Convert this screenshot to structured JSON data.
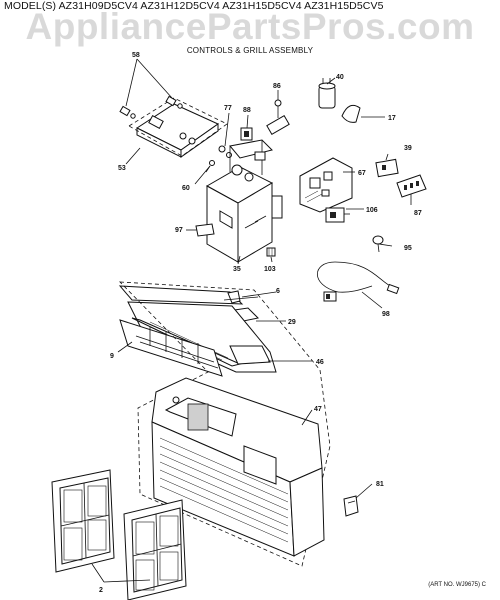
{
  "header": {
    "models": "MODEL(S) AZ31H09D5CV4  AZ31H12D5CV4  AZ31H15D5CV4  AZ31H15D5CV5",
    "title": "CONTROLS & GRILL ASSEMBLY",
    "watermark": "AppliancePartsPros.com"
  },
  "art_number": "(ART NO. WJ9675) C",
  "callouts": {
    "p58": "58",
    "p53": "53",
    "p77": "77",
    "p88": "88",
    "p86": "86",
    "p40": "40",
    "p17": "17",
    "p39": "39",
    "p67": "67",
    "p87": "87",
    "p60": "60",
    "p106": "106",
    "p97": "97",
    "p35": "35",
    "p103": "103",
    "p95": "95",
    "p6": "6",
    "p29": "29",
    "p98": "98",
    "p9": "9",
    "p46": "46",
    "p47": "47",
    "p81": "81",
    "p2": "2"
  }
}
